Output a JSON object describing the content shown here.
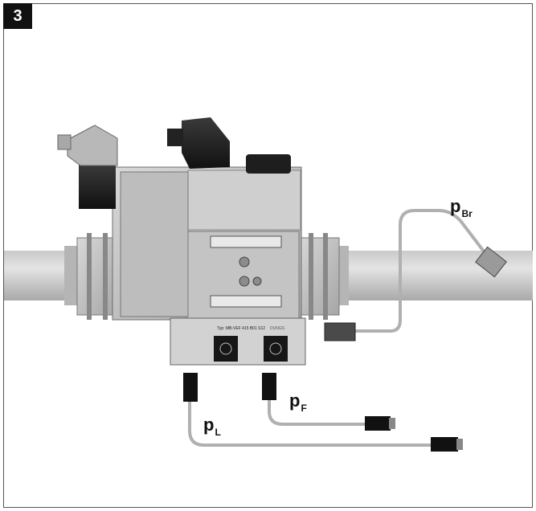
{
  "figure": {
    "number": "3"
  },
  "device": {
    "nameplate_type": "Typ: MB-VEF 415 B01 S12",
    "brand": "DUNGS"
  },
  "labels": {
    "p_br": {
      "main": "p",
      "sub": "Br"
    },
    "p_f": {
      "main": "p",
      "sub": "F"
    },
    "p_l": {
      "main": "p",
      "sub": "L"
    }
  }
}
